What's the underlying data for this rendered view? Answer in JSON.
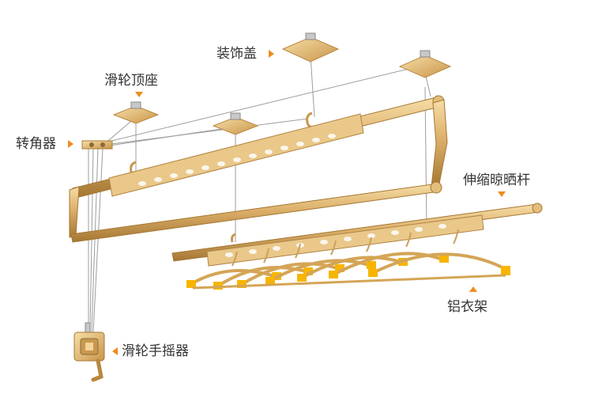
{
  "labels": {
    "decor_cover": "装饰盖",
    "pulley_top_mount": "滑轮顶座",
    "corner_unit": "转角器",
    "telescopic_rod": "伸缩晾晒杆",
    "aluminum_hanger": "铝衣架",
    "pulley_hand_crank": "滑轮手摇器"
  },
  "colors": {
    "arrow": "#f08a1e",
    "gold_light": "#f3d49a",
    "gold": "#d9ac62",
    "gold_dark": "#a97a34",
    "hanger_yellow": "#f7b500",
    "cable": "#9a9a9a",
    "text": "#333333"
  }
}
